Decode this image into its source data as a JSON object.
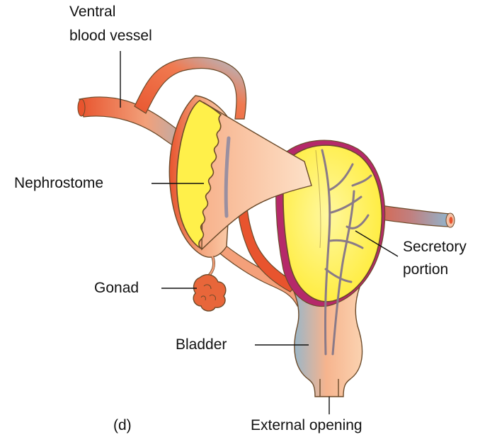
{
  "labels": {
    "ventral_blood_vessel_line1": "Ventral",
    "ventral_blood_vessel_line2": "blood vessel",
    "nephrostome": "Nephrostome",
    "gonad": "Gonad",
    "bladder": "Bladder",
    "secretory_line1": "Secretory",
    "secretory_line2": "portion",
    "external_opening": "External opening",
    "panel": "(d)"
  },
  "colors": {
    "artery_red": "#e8542e",
    "vein_blue": "#8fb6cf",
    "yellow": "#fff04a",
    "peach": "#fbd2b0",
    "outline": "#6b4a2a",
    "gonad": "#e8663a",
    "magenta": "#b5296a"
  }
}
